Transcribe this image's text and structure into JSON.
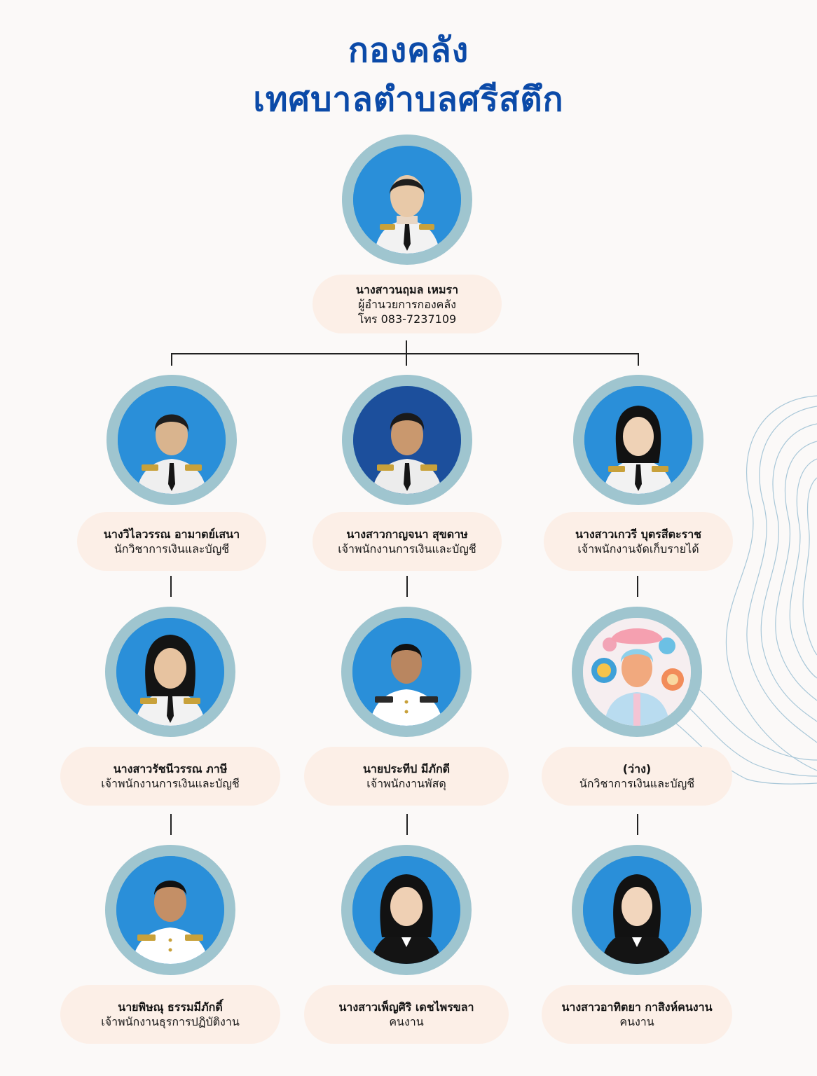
{
  "header": {
    "title_line1": "กองคลัง",
    "title_line2": "เทศบาลตำบลศรีสตึก"
  },
  "colors": {
    "title": "#0b4aa8",
    "avatar_ring": "#9fc5cf",
    "card_bg": "#fcefe7",
    "page_bg": "#fbf9f8",
    "photo_bg": "#2a8fd9"
  },
  "director": {
    "name": "นางสาวนฤมล เหมรา",
    "role": "ผู้อำนวยการกองคลัง",
    "phone": "โทร 083-7237109",
    "photo": "portrait-photo"
  },
  "staff": [
    {
      "name": "นางวิไลวรรณ อามาตย์เสนา",
      "role": "นักวิชาการเงินและบัญชี",
      "photo": "portrait-photo"
    },
    {
      "name": "นางสาวกาญจนา สุขดาษ",
      "role": "เจ้าพนักงานการเงินและบัญชี",
      "photo": "portrait-photo"
    },
    {
      "name": "นางสาวเกวรี บุตรสีตะราช",
      "role": "เจ้าพนักงานจัดเก็บรายได้",
      "photo": "portrait-photo"
    },
    {
      "name": "นางสาวรัชนีวรรณ ภาษี",
      "role": "เจ้าพนักงานการเงินและบัญชี",
      "photo": "portrait-photo"
    },
    {
      "name": "นายประทีป มีภักดี",
      "role": "เจ้าพนักงานพัสดุ",
      "photo": "portrait-photo"
    },
    {
      "name": "(ว่าง)",
      "role": "นักวิชาการเงินและบัญชี",
      "photo": "vacant-illustration"
    },
    {
      "name": "นายพิษณุ ธรรมมีภักดิ์",
      "role": "เจ้าพนักงานธุรการปฏิบัติงาน",
      "photo": "portrait-photo"
    },
    {
      "name": "นางสาวเพ็ญศิริ เดชไพรขลา",
      "role": "คนงาน",
      "photo": "portrait-photo"
    },
    {
      "name": "นางสาวอาทิตยา กาสิงห์คนงาน",
      "role": "คนงาน",
      "photo": "portrait-photo"
    }
  ]
}
